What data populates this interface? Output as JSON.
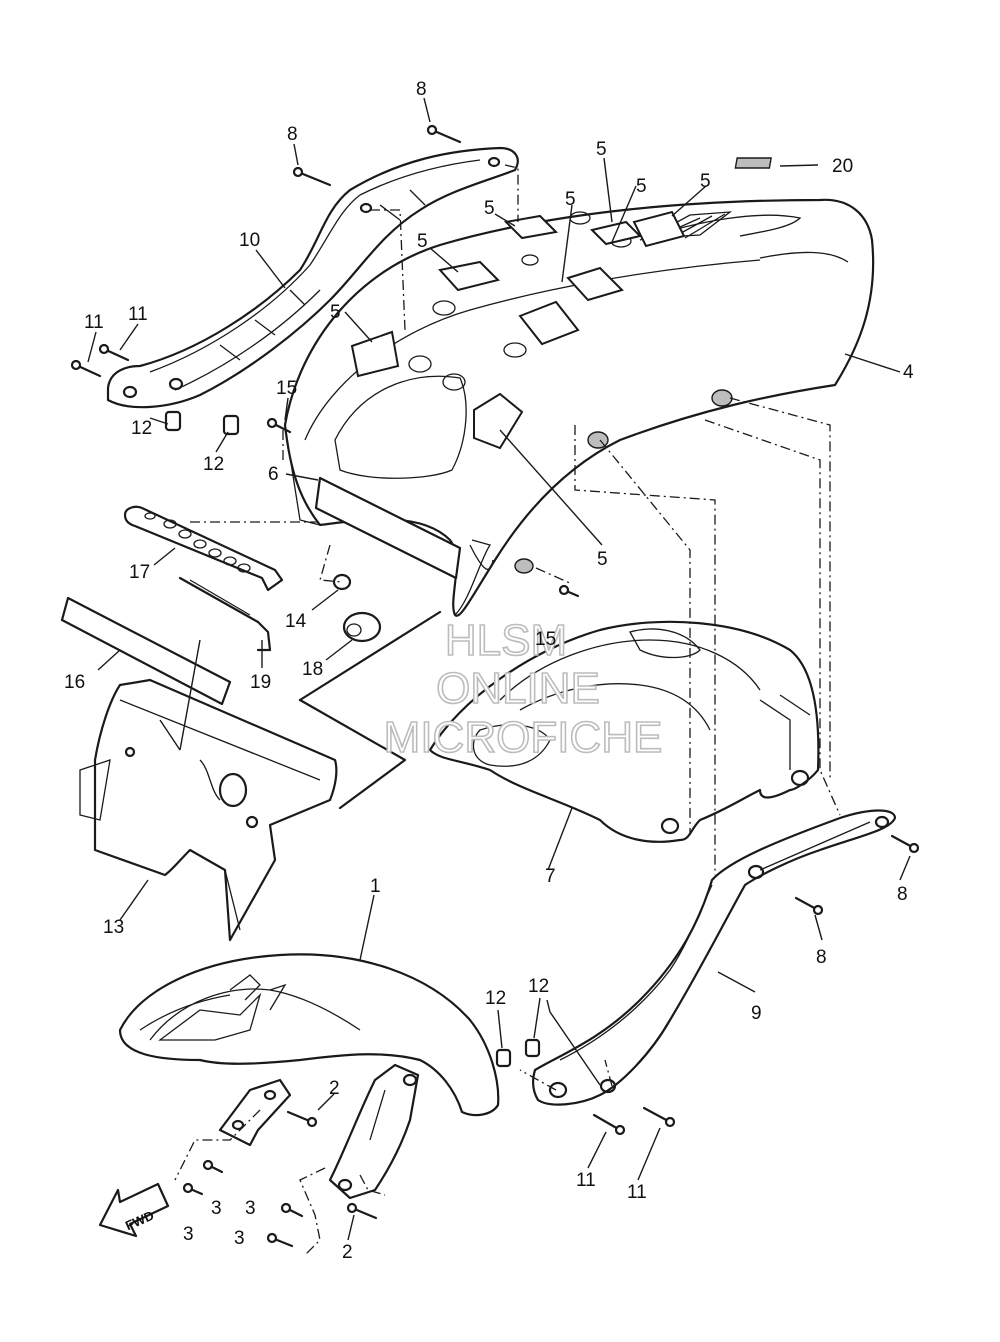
{
  "watermark": {
    "line1": "HLSM",
    "line2": "ONLINE",
    "line3": "MICROFICHE"
  },
  "direction_marker": "FWD",
  "callouts": {
    "c1": "1",
    "c2a": "2",
    "c2b": "2",
    "c3a": "3",
    "c3b": "3",
    "c3c": "3",
    "c3d": "3",
    "c4": "4",
    "c5a": "5",
    "c5b": "5",
    "c5c": "5",
    "c5d": "5",
    "c5e": "5",
    "c5f": "5",
    "c5g": "5",
    "c6": "6",
    "c7": "7",
    "c8a": "8",
    "c8b": "8",
    "c8c": "8",
    "c8d": "8",
    "c9": "9",
    "c10": "10",
    "c11a": "11",
    "c11b": "11",
    "c11c": "11",
    "c11d": "11",
    "c12a": "12",
    "c12b": "12",
    "c12c": "12",
    "c12d": "12",
    "c13": "13",
    "c14": "14",
    "c15a": "15",
    "c15b": "15",
    "c16": "16",
    "c17": "17",
    "c18": "18",
    "c19": "19",
    "c20": "20"
  }
}
